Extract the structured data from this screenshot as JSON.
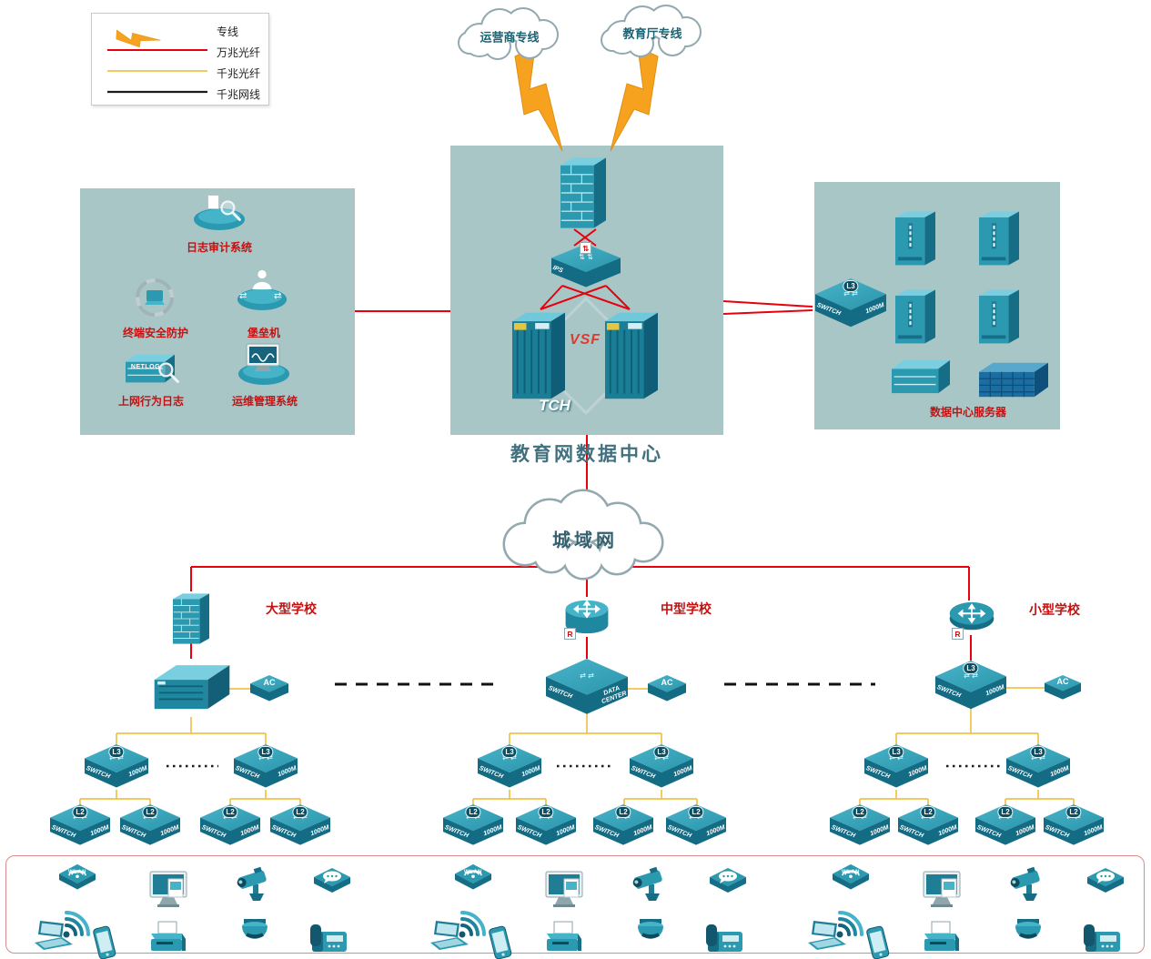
{
  "legend": {
    "dedicated": "专线",
    "fiber10g": "万兆光纤",
    "fiber1g": "千兆光纤",
    "cable1g": "千兆网线"
  },
  "clouds": {
    "isp": "运营商专线",
    "edu": "教育厅专线",
    "man": "城域网"
  },
  "datacenter": {
    "title": "教育网数据中心",
    "vsf": "VSF",
    "switch_partial": "TCH",
    "ips": "IPS"
  },
  "security": {
    "log_audit": "日志审计系统",
    "endpoint_protect": "终端安全防护",
    "bastion": "堡垒机",
    "net_log": "上网行为日志",
    "ops_mgmt": "运维管理系统",
    "netlog_tag": "NETLOG"
  },
  "servers": {
    "title": "数据中心服务器",
    "l3": "L3",
    "switch_word": "SWITCH",
    "speed_word": "1000M"
  },
  "schools": {
    "large": "大型学校",
    "medium": "中型学校",
    "small": "小型学校",
    "l3": "L3",
    "l2": "L2",
    "switch_word": "SWITCH",
    "speed_word": "1000M",
    "data_center_word": "DATA CENTER",
    "ac": "AC",
    "router": "R"
  },
  "endpoints": {
    "wlan": "WLAN"
  },
  "icons": {
    "switch_arrows": "⇄ ⇄",
    "ips_arrows": "⇅ ⇅",
    "updown_arrow": "⇅",
    "lr_arrow": "⇄"
  }
}
